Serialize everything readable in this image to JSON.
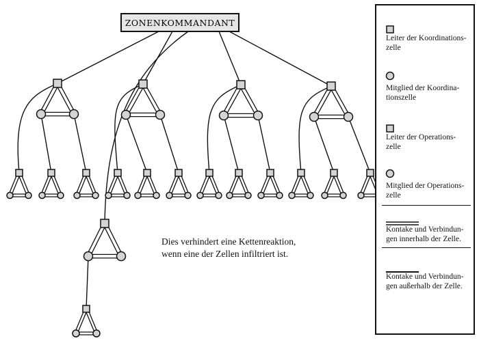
{
  "title": "ZONENKOMMANDANT",
  "caption": {
    "line1": "Dies verhindert eine Kettenreaktion,",
    "line2": "wenn eine der Zellen infiltriert ist."
  },
  "legend": [
    {
      "symbol": "square",
      "line1": "Leiter der Koordinations-",
      "line2": "zelle"
    },
    {
      "symbol": "circle",
      "line1": "Mitglied der Koordina-",
      "line2": "tionszelle"
    },
    {
      "symbol": "square",
      "line1": "Leiter der Operations-",
      "line2": "zelle"
    },
    {
      "symbol": "circle",
      "line1": "Mitglied der Operations-",
      "line2": "zelle"
    },
    {
      "symbol": "double-line",
      "line1": "Kontake und Verbindun-",
      "line2": "gen innerhalb der Zelle."
    },
    {
      "symbol": "single-line",
      "line1": "Kontake und Verbindun-",
      "line2": "gen außerhalb der Zelle."
    }
  ],
  "colors": {
    "ink": "#111111",
    "title_box": "#e6e6e6",
    "node_fill": "#d4d4d4"
  }
}
